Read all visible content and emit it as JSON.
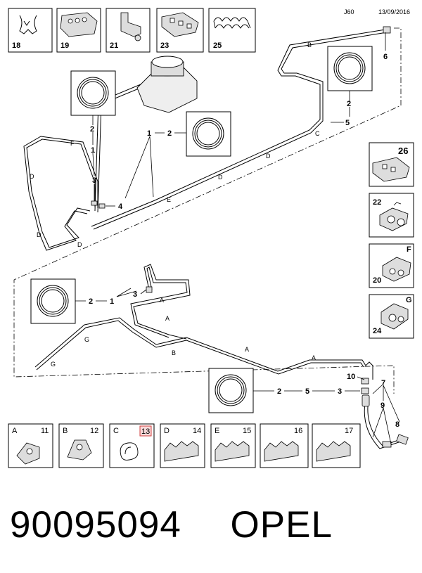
{
  "header": {
    "code": "J60",
    "date": "13/09/2016"
  },
  "top_parts": [
    {
      "num": "18",
      "icon": "clip-icon"
    },
    {
      "num": "19",
      "icon": "pipe-holder-icon"
    },
    {
      "num": "21",
      "icon": "bracket-icon"
    },
    {
      "num": "23",
      "icon": "multi-clip-icon"
    },
    {
      "num": "25",
      "icon": "pipe-clip-set-icon"
    }
  ],
  "right_parts": [
    {
      "num": "26",
      "letter": "",
      "icon": "pipe-holder-icon"
    },
    {
      "num": "22",
      "letter": "",
      "icon": "clip-icon"
    },
    {
      "num": "20",
      "letter": "F",
      "icon": "clip-icon"
    },
    {
      "num": "24",
      "letter": "G",
      "icon": "clip-icon"
    }
  ],
  "bottom_parts": [
    {
      "letter": "A",
      "num": "11",
      "highlight": false,
      "icon": "clip-icon"
    },
    {
      "letter": "B",
      "num": "12",
      "highlight": false,
      "icon": "clip-icon"
    },
    {
      "letter": "C",
      "num": "13",
      "highlight": true,
      "icon": "grommet-icon"
    },
    {
      "letter": "D",
      "num": "14",
      "highlight": false,
      "icon": "multi-clip-icon"
    },
    {
      "letter": "E",
      "num": "15",
      "highlight": false,
      "icon": "multi-clip-icon"
    },
    {
      "letter": "",
      "num": "16",
      "highlight": false,
      "icon": "multi-clip-icon"
    },
    {
      "letter": "",
      "num": "17",
      "highlight": false,
      "icon": "multi-clip-icon"
    }
  ],
  "upper_callouts": {
    "n1a": "1",
    "n2a": "2",
    "n1b": "1",
    "n2b": "2",
    "n2c": "2",
    "n3": "3",
    "n4": "4",
    "n5": "5",
    "n6": "6",
    "B": "B",
    "C": "C",
    "D1": "D",
    "D2": "D",
    "D3": "D",
    "D4": "D",
    "D5": "D",
    "E": "E",
    "F": "F"
  },
  "lower_callouts": {
    "n2a": "2",
    "n1": "1",
    "n3a": "3",
    "n2b": "2",
    "n5": "5",
    "n3b": "3",
    "n10": "10",
    "n7": "7",
    "n9": "9",
    "n8": "8",
    "A1": "A",
    "A2": "A",
    "A3": "A",
    "A4": "A",
    "B": "B",
    "G1": "G",
    "G2": "G"
  },
  "footer": {
    "part_number": "90095094",
    "brand": "OPEL"
  },
  "colors": {
    "line": "#000000",
    "highlight_border": "#d04040",
    "highlight_fill": "#f7d9d9"
  }
}
